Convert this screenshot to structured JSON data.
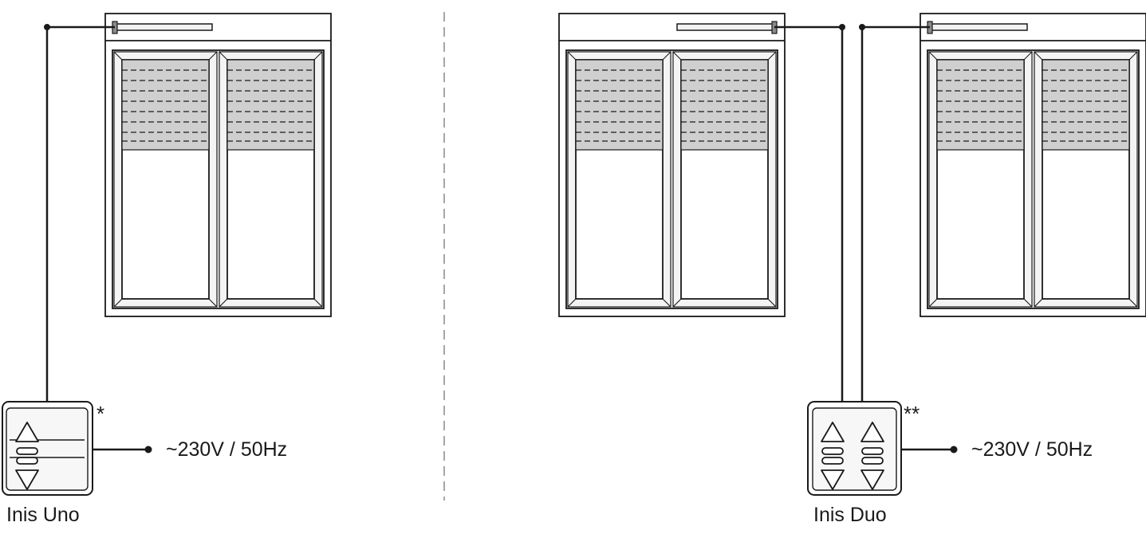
{
  "left": {
    "device_name": "Inis Uno",
    "supply": "~230V / 50Hz",
    "marker": "*"
  },
  "right": {
    "device_name": "Inis Duo",
    "supply": "~230V / 50Hz",
    "marker": "**"
  },
  "colors": {
    "line": "#1a1a1a",
    "frame_fill": "#f2f2f2",
    "shutter_fill": "#cfcfcf"
  }
}
